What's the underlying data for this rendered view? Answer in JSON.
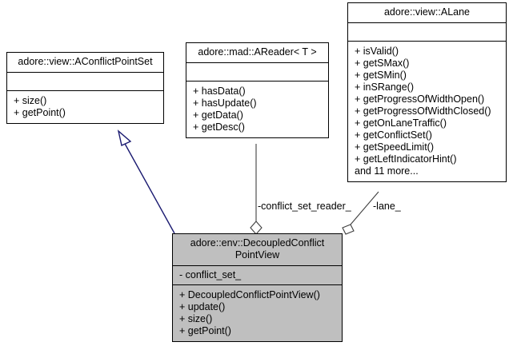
{
  "diagram": {
    "type": "uml-class-diagram",
    "background_color": "#ffffff",
    "line_color": "#000000",
    "inheritance_color": "#191970",
    "highlight_fill": "#bfbfbf"
  },
  "classes": {
    "conflict_point_set": {
      "name": "adore::view::AConflictPointSet",
      "attributes": [],
      "operations": [
        "+ size()",
        "+ getPoint()"
      ]
    },
    "areader": {
      "name": "adore::mad::AReader< T >",
      "attributes": [],
      "operations": [
        "+ hasData()",
        "+ hasUpdate()",
        "+ getData()",
        "+ getDesc()"
      ]
    },
    "alane": {
      "name": "adore::view::ALane",
      "attributes": [],
      "operations": [
        "+ isValid()",
        "+ getSMax()",
        "+ getSMin()",
        "+ inSRange()",
        "+ getProgressOfWidthOpen()",
        "+ getProgressOfWidthClosed()",
        "+ getOnLaneTraffic()",
        "+ getConflictSet()",
        "+ getSpeedLimit()",
        "+ getLeftIndicatorHint()",
        "and 11 more..."
      ]
    },
    "decoupled_view": {
      "name": "adore::env::DecoupledConflict\nPointView",
      "attributes": [
        "- conflict_set_"
      ],
      "operations": [
        "+ DecoupledConflictPointView()",
        "+ update()",
        "+ size()",
        "+ getPoint()"
      ]
    }
  },
  "relationships": {
    "inheritance": {
      "label": "",
      "from": "decoupled_view",
      "to": "conflict_point_set",
      "arrow": "hollow-triangle"
    },
    "conflict_set_reader": {
      "label": "-conflict_set_reader_",
      "from": "areader",
      "to": "decoupled_view",
      "arrow": "open-diamond"
    },
    "lane": {
      "label": "-lane_",
      "from": "alane",
      "to": "decoupled_view",
      "arrow": "open-diamond"
    }
  }
}
